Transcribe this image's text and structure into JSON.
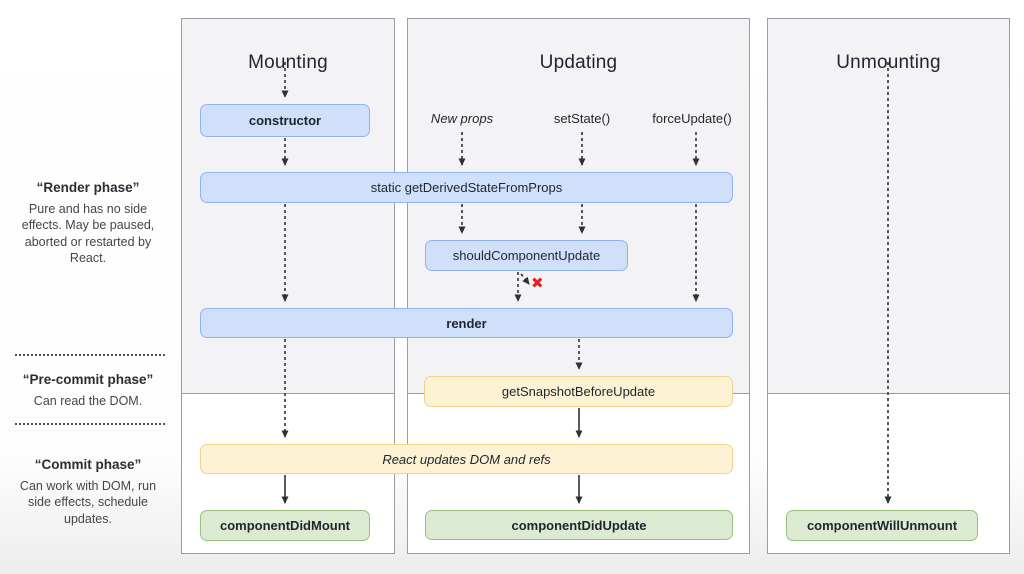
{
  "columns": {
    "mounting": {
      "title": "Mounting"
    },
    "updating": {
      "title": "Updating"
    },
    "unmounting": {
      "title": "Unmounting"
    }
  },
  "triggers": {
    "new_props": "New props",
    "set_state": "setState()",
    "force_update": "forceUpdate()"
  },
  "boxes": {
    "constructor": "constructor",
    "get_derived": "static getDerivedStateFromProps",
    "should_update": "shouldComponentUpdate",
    "render": "render",
    "get_snapshot": "getSnapshotBeforeUpdate",
    "react_updates": "React updates DOM and refs",
    "did_mount": "componentDidMount",
    "did_update": "componentDidUpdate",
    "will_unmount": "componentWillUnmount"
  },
  "sidebar": {
    "phases": [
      {
        "title": "“Render phase”",
        "desc": "Pure and has no side effects. May be paused, aborted or restarted by React."
      },
      {
        "title": "“Pre-commit phase”",
        "desc": "Can read the DOM."
      },
      {
        "title": "“Commit phase”",
        "desc": "Can work with DOM, run side effects, schedule updates."
      }
    ]
  },
  "symbols": {
    "cancel_x": "✖"
  },
  "colors": {
    "blue_fill": "#d0e0fb",
    "blue_border": "#8fb3ee",
    "yellow_fill": "#fdf2d3",
    "yellow_border": "#f1d28d",
    "green_fill": "#dcead2",
    "green_border": "#94c27e",
    "red_x": "#e8231a"
  }
}
